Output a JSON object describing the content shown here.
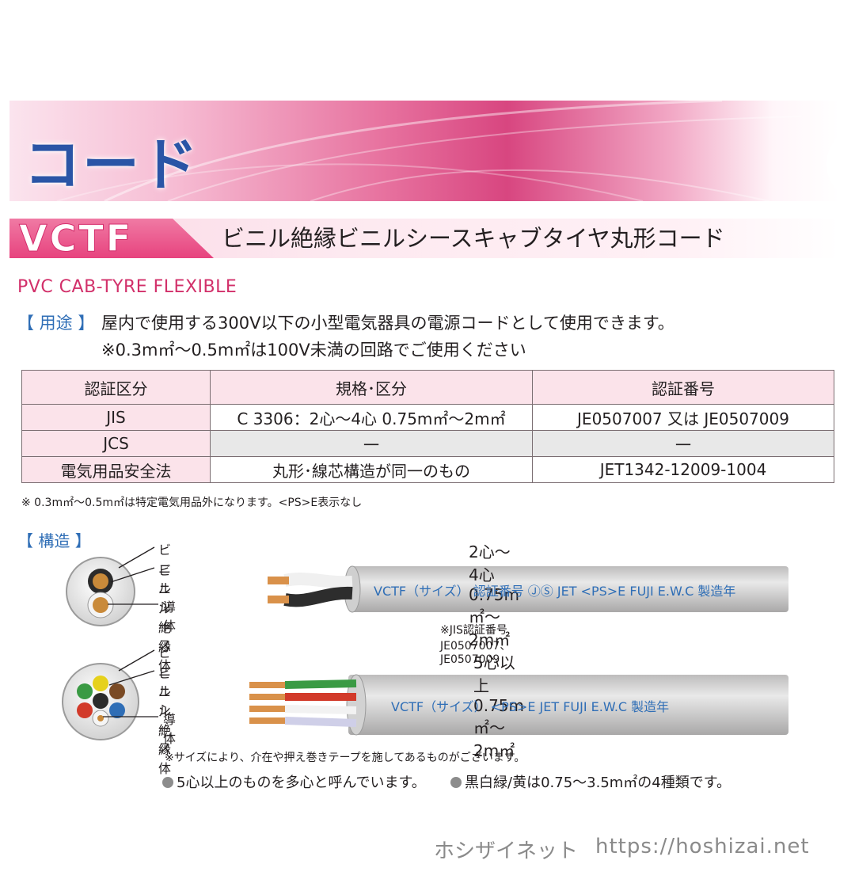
{
  "banner": {
    "title": "コード"
  },
  "product": {
    "code": "VCTF",
    "name_ja": "ビニル絶縁ビニルシースキャブタイヤ丸形コード",
    "name_en": "PVC CAB-TYRE FLEXIBLE"
  },
  "usage": {
    "label": "【 用途 】",
    "text": "屋内で使用する300V以下の小型電気器具の電源コードとして使用できます。",
    "note": "※0.3m㎡〜0.5m㎡は100V未満の回路でご使用ください"
  },
  "table": {
    "headers": [
      "認証区分",
      "規格･区分",
      "認証番号"
    ],
    "rows": [
      [
        "JIS",
        "C 3306：2心〜4心 0.75m㎡〜2m㎡",
        "JE0507007 又は JE0507009"
      ],
      [
        "JCS",
        "一",
        "一"
      ],
      [
        "電気用品安全法",
        "丸形･線芯構造が同一のもの",
        "JET1342-12009-1004"
      ]
    ],
    "note": "※ 0.3m㎡〜0.5m㎡は特定電気用品外になります。<PS>E表示なし"
  },
  "structure": {
    "label": "【 構造 】",
    "sheath": "ビニルシース",
    "insulator": "ビニル絶縁体",
    "conductor": "導体",
    "cable1_spec": "2心〜4心 0.75m㎡〜2m㎡",
    "cable1_marking": "VCTF（サイズ） 認証番号 ⒿⓈ JET <PS>E FUJI E.W.C 製造年",
    "cable1_note": "※JIS認証番号　JE0507007、JE0507009",
    "cable2_spec": "5心以上 0.75m㎡〜2m㎡",
    "cable2_marking": "VCTF（サイズ） <PS>E JET FUJI E.W.C 製造年"
  },
  "notes": {
    "size_note": "※サイズにより、介在や押え巻きテープを施してあるものがございます。",
    "multicore": "5心以上のものを多心と呼んでいます。",
    "colors": "黒白緑/黄は0.75〜3.5m㎡の4種類です。"
  },
  "footer": {
    "brand": "ホシザイネット",
    "url": "https://hoshizai.net"
  }
}
